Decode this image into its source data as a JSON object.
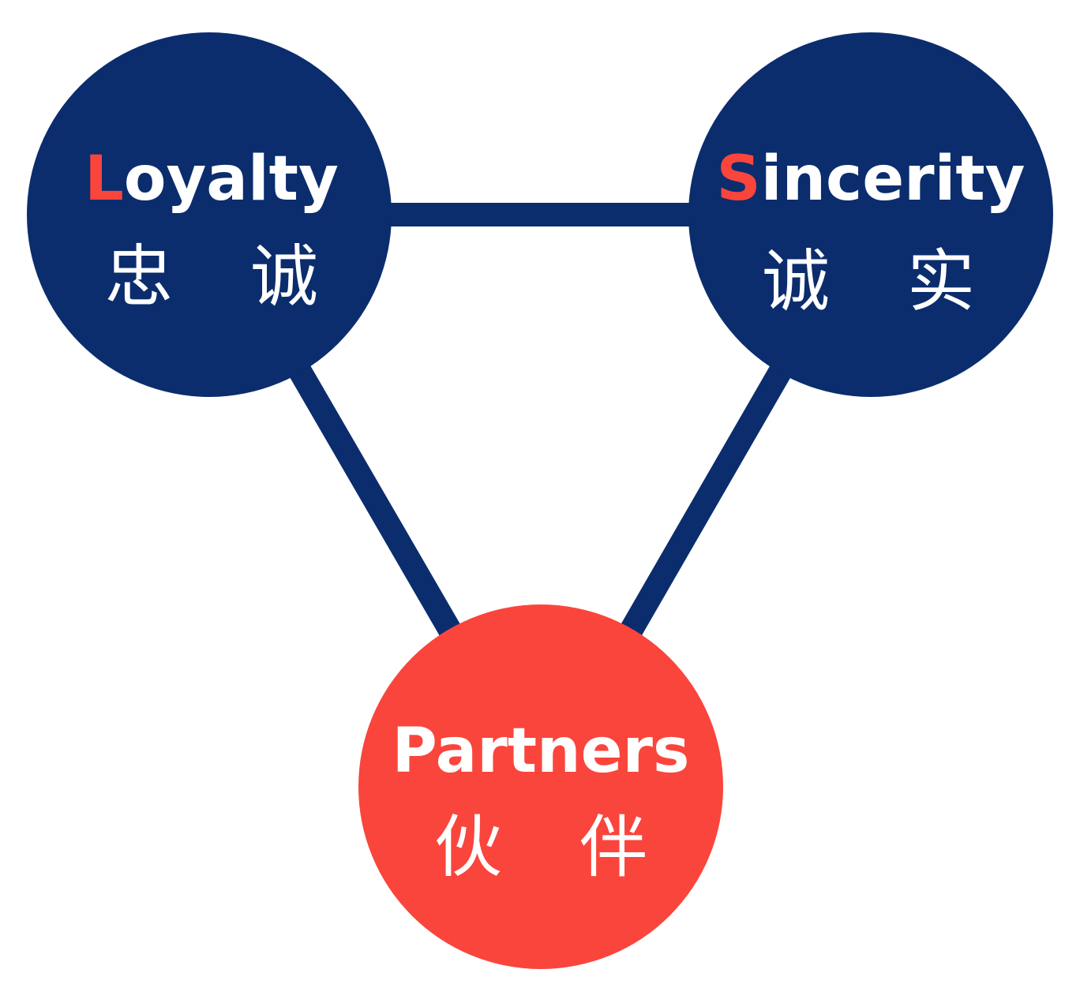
{
  "colors": {
    "navy": "#0b2d6d",
    "red": "#fa453c",
    "white": "#ffffff"
  },
  "nodes": [
    {
      "id": "loyalty",
      "initial": "L",
      "rest": "oyalty",
      "chinese": "忠诚",
      "fill": "#0b2d6d",
      "initial_color": "#fa453c"
    },
    {
      "id": "sincerity",
      "initial": "S",
      "rest": "incerity",
      "chinese": "诚实",
      "fill": "#0b2d6d",
      "initial_color": "#fa453c"
    },
    {
      "id": "partners",
      "initial": "",
      "rest": "Partners",
      "chinese": "伙伴",
      "fill": "#fa453c",
      "initial_color": "#ffffff"
    }
  ],
  "edges": [
    {
      "from": "loyalty",
      "to": "sincerity"
    },
    {
      "from": "loyalty",
      "to": "partners"
    },
    {
      "from": "sincerity",
      "to": "partners"
    }
  ]
}
